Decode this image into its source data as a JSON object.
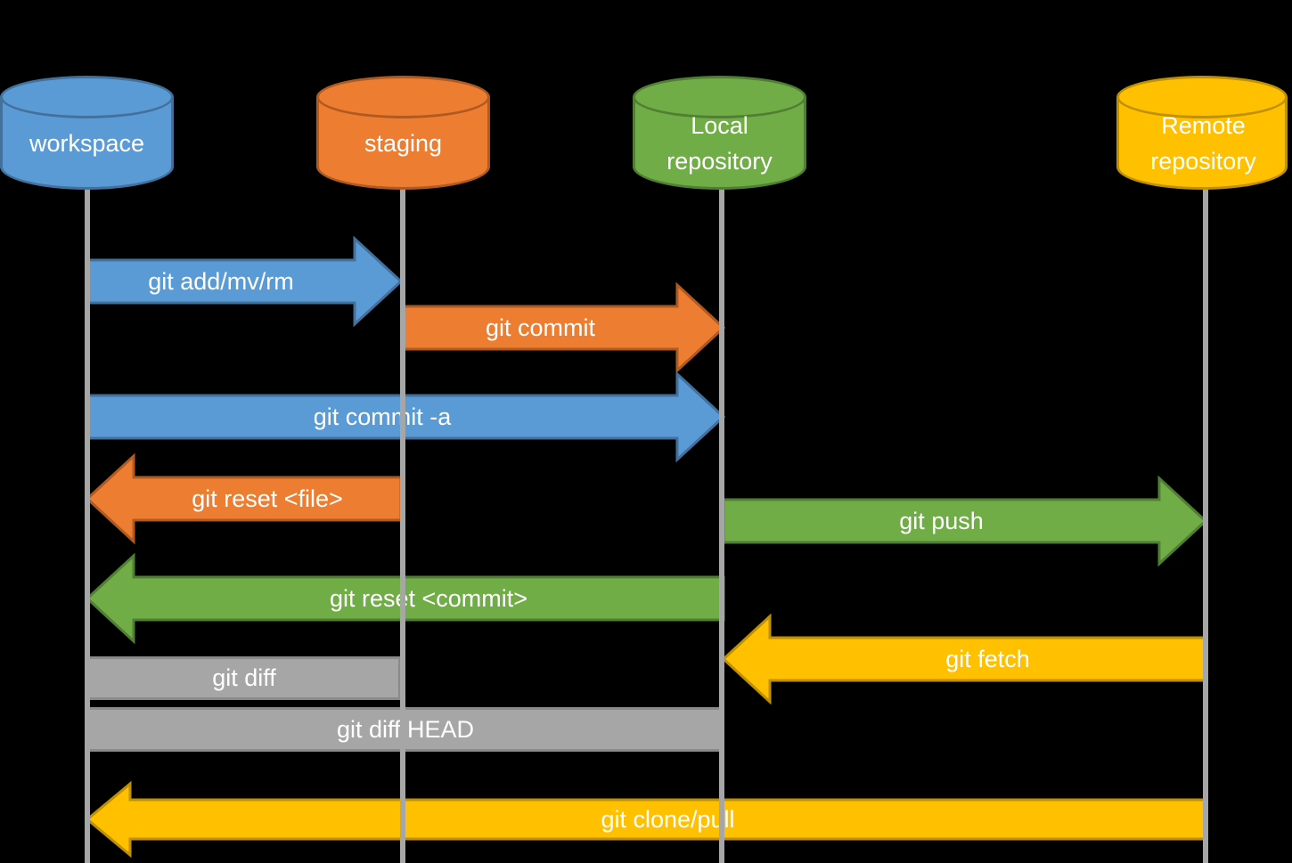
{
  "diagram": {
    "type": "git-data-transport-diagram",
    "background": "#000000"
  },
  "palette": {
    "blue": {
      "fill": "#5b9bd5",
      "border": "#41719c"
    },
    "orange": {
      "fill": "#ed7d31",
      "border": "#ae5a21"
    },
    "green": {
      "fill": "#70ad47",
      "border": "#507e32"
    },
    "gold": {
      "fill": "#ffc000",
      "border": "#bf9000"
    },
    "gray": {
      "fill": "#a6a6a6",
      "border": "#8a8a8a"
    },
    "lifeline": "#a6a6a6",
    "text": "#ffffff"
  },
  "nodes": [
    {
      "id": "workspace",
      "label": "workspace",
      "color": "#5b9bd5",
      "border": "#41719c"
    },
    {
      "id": "staging",
      "label": "staging",
      "color": "#ed7d31",
      "border": "#ae5a21"
    },
    {
      "id": "local",
      "label": "Local repository",
      "color": "#70ad47",
      "border": "#507e32"
    },
    {
      "id": "remote",
      "label": "Remote repository",
      "color": "#ffc000",
      "border": "#bf9000"
    }
  ],
  "commands": [
    {
      "label": "git add/mv/rm",
      "from": "workspace",
      "to": "staging",
      "shape": "arrow",
      "color": "#5b9bd5"
    },
    {
      "label": "git commit",
      "from": "staging",
      "to": "local",
      "shape": "arrow",
      "color": "#ed7d31"
    },
    {
      "label": "git commit -a",
      "from": "workspace",
      "to": "local",
      "shape": "arrow",
      "color": "#5b9bd5"
    },
    {
      "label": "git reset <file>",
      "from": "staging",
      "to": "workspace",
      "shape": "arrow",
      "color": "#ed7d31"
    },
    {
      "label": "git push",
      "from": "local",
      "to": "remote",
      "shape": "arrow",
      "color": "#70ad47"
    },
    {
      "label": "git reset <commit>",
      "from": "local",
      "to": "workspace",
      "shape": "arrow",
      "color": "#70ad47"
    },
    {
      "label": "git fetch",
      "from": "remote",
      "to": "local",
      "shape": "arrow",
      "color": "#ffc000"
    },
    {
      "label": "git diff",
      "from": "workspace",
      "to": "staging",
      "shape": "bar",
      "color": "#a6a6a6"
    },
    {
      "label": "git diff HEAD",
      "from": "workspace",
      "to": "local",
      "shape": "bar",
      "color": "#a6a6a6"
    },
    {
      "label": "git clone/pull",
      "from": "remote",
      "to": "workspace",
      "shape": "arrow",
      "color": "#ffc000"
    }
  ]
}
